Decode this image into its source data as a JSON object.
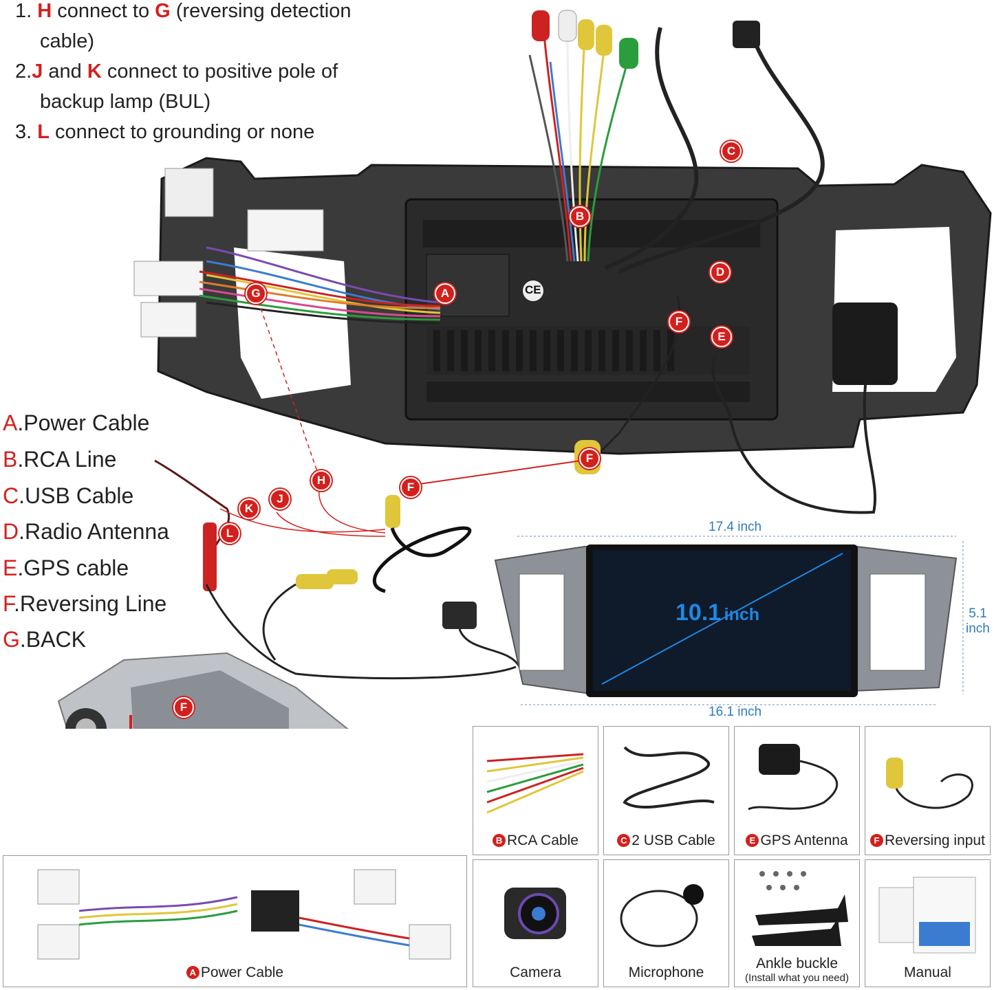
{
  "instructions": [
    {
      "num": "1.",
      "a": "H",
      "t1": " connect to ",
      "b": "G",
      "t2": " (reversing detection",
      "cont": "cable)"
    },
    {
      "num": "2.",
      "a": "J",
      "t1": " and ",
      "b": "K",
      "t2": " connect to positive pole of",
      "cont": "backup lamp (BUL)"
    },
    {
      "num": "3.",
      "a": "L",
      "t1": " connect to grounding or none",
      "b": "",
      "t2": "",
      "cont": ""
    }
  ],
  "legend": [
    {
      "letter": "A",
      "text": ".Power Cable"
    },
    {
      "letter": "B",
      "text": ".RCA Line"
    },
    {
      "letter": "C",
      "text": ".USB Cable"
    },
    {
      "letter": "D",
      "text": ".Radio Antenna"
    },
    {
      "letter": "E",
      "text": ".GPS cable"
    },
    {
      "letter": "F",
      "text": ".Reversing Line"
    },
    {
      "letter": "G",
      "text": ".BACK"
    }
  ],
  "badges": [
    "A",
    "B",
    "C",
    "D",
    "E",
    "F",
    "G",
    "H",
    "J",
    "K",
    "L",
    "F",
    "F",
    "F"
  ],
  "screen": {
    "size": "10.1",
    "unit": "inch"
  },
  "dimensions": {
    "top": "17.4 inch",
    "bottom": "16.1 inch",
    "height_val": "5.1",
    "height_unit": "inch"
  },
  "ce_mark": "CE",
  "accessories": [
    {
      "badge": "B",
      "label": "RCA Cable"
    },
    {
      "badge": "C",
      "label": "2 USB Cable"
    },
    {
      "badge": "E",
      "label": "GPS Antenna"
    },
    {
      "badge": "F",
      "label": "Reversing input"
    },
    {
      "badge": "A",
      "label": "Power Cable"
    },
    {
      "badge": "",
      "label": "Camera"
    },
    {
      "badge": "",
      "label": "Microphone"
    },
    {
      "badge": "",
      "label": "Ankle buckle",
      "sub": "(Install what you need)"
    },
    {
      "badge": "",
      "label": "Manual"
    }
  ],
  "colors": {
    "accent_red": "#d3201d",
    "dimension_blue": "#2b7bbd",
    "screen_blue": "#1e88e5"
  }
}
